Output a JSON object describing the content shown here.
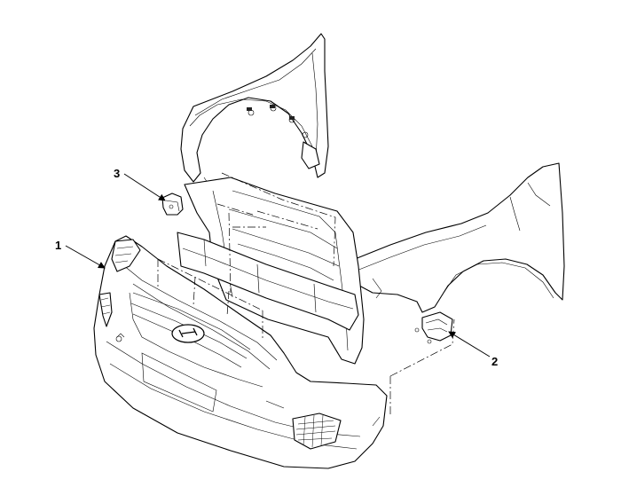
{
  "callouts": [
    {
      "id": "1",
      "label": "1"
    },
    {
      "id": "2",
      "label": "2"
    },
    {
      "id": "3",
      "label": "3"
    }
  ],
  "colors": {
    "ink": "#000000",
    "paper": "#ffffff"
  },
  "icons": {
    "logo": "hyundai-logo-icon"
  }
}
